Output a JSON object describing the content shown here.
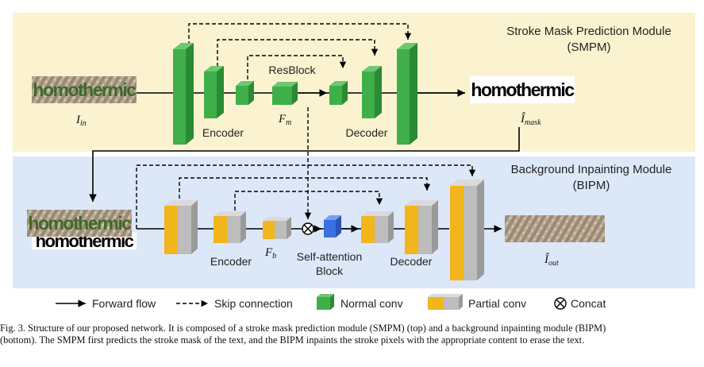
{
  "smpm": {
    "title_line1": "Stroke Mask Prediction Module",
    "title_line2": "(SMPM)",
    "input_label": "I",
    "input_sub": "in",
    "encoder_label": "Encoder",
    "resblock_label": "ResBlock",
    "fm_label": "F",
    "fm_sub": "m",
    "decoder_label": "Decoder",
    "mask_label": "Î",
    "mask_sub": "mask",
    "input_word": "homothermic",
    "mask_word": "homothermic"
  },
  "bipm": {
    "title_line1": "Background Inpainting Module",
    "title_line2": "(BIPM)",
    "encoder_label": "Encoder",
    "fb_label": "F",
    "fb_sub": "b",
    "sa_line1": "Self-attention",
    "sa_line2": "Block",
    "decoder_label": "Decoder",
    "out_label": "Î",
    "out_sub": "out",
    "input_word": "homothermic",
    "mask_word": "homothermic"
  },
  "legend": {
    "forward": "Forward flow",
    "skip": "Skip connection",
    "normal": "Normal conv",
    "partial": "Partial conv",
    "concat": "Concat"
  },
  "colors": {
    "smpm_bg": "#FBF3CF",
    "bipm_bg": "#DCE8F8",
    "normal_conv": "#3FAF4A",
    "partial_yellow": "#F2B51C",
    "partial_gray": "#BDBDBD",
    "sa_blue": "#3C6FE0"
  },
  "caption": {
    "line1": "Fig. 3.   Structure of our proposed network. It is composed of a stroke mask prediction module (SMPM) (top) and a background inpainting module (BIPM)",
    "line2": "(bottom). The SMPM first predicts the stroke mask of the text, and the BIPM inpaints the stroke pixels with the appropriate content to erase the text."
  }
}
